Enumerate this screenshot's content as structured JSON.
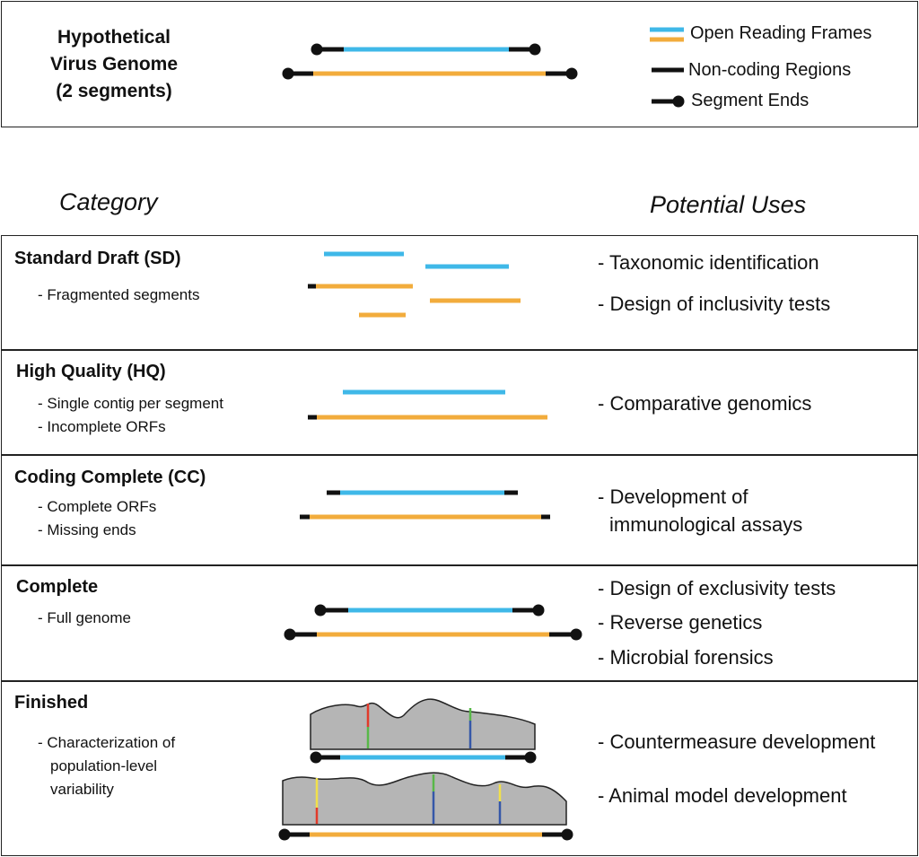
{
  "header": {
    "title_lines": [
      "Hypothetical",
      "Virus Genome",
      "(2 segments)"
    ],
    "legend": {
      "orf": "Open Reading Frames",
      "noncoding": "Non-coding Regions",
      "ends": "Segment Ends"
    }
  },
  "columns": {
    "category": "Category",
    "uses": "Potential Uses"
  },
  "rows": [
    {
      "name": "Standard Draft (SD)",
      "details": [
        "- Fragmented segments"
      ],
      "uses": [
        "- Taxonomic identification",
        "- Design of inclusivity tests"
      ]
    },
    {
      "name": "High Quality (HQ)",
      "details": [
        "- Single contig per segment",
        "- Incomplete ORFs"
      ],
      "uses": [
        "- Comparative genomics"
      ]
    },
    {
      "name": "Coding Complete (CC)",
      "details": [
        "- Complete ORFs",
        "- Missing ends"
      ],
      "uses": [
        "- Development of",
        "immunological assays"
      ]
    },
    {
      "name": "Complete",
      "details": [
        "- Full genome"
      ],
      "uses": [
        "- Design of exclusivity tests",
        "- Reverse genetics",
        "- Microbial forensics"
      ]
    },
    {
      "name": "Finished",
      "details": [
        "- Characterization of",
        "population-level",
        "variability"
      ],
      "uses": [
        "- Countermeasure development",
        "- Animal model development"
      ]
    }
  ],
  "colors": {
    "orf_blue": "#3fb8e8",
    "orf_orange": "#f2ac3c",
    "noncoding": "#111111",
    "coverage_fill": "#b5b5b5"
  }
}
